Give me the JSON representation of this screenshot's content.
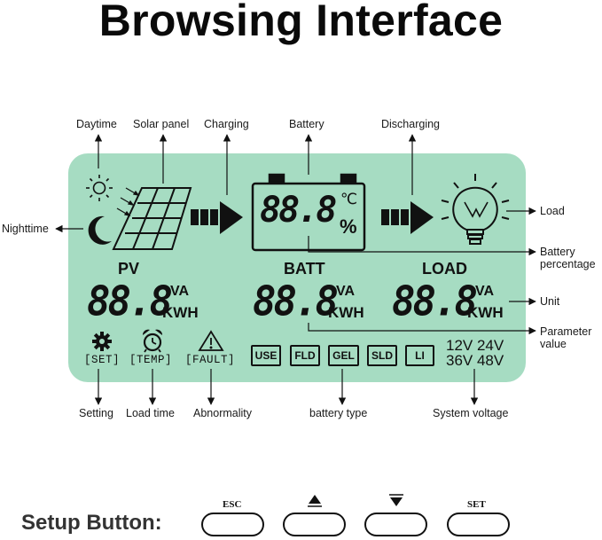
{
  "title": "Browsing Interface",
  "callouts": {
    "daytime": "Daytime",
    "solar_panel": "Solar panel",
    "charging": "Charging",
    "battery": "Battery",
    "discharging": "Discharging",
    "nighttime": "Nighttime",
    "load": "Load",
    "battery_percentage": "Battery\npercentage",
    "unit": "Unit",
    "parameter_value": "Parameter\nvalue",
    "setting": "Setting",
    "load_time": "Load time",
    "abnormality": "Abnormality",
    "battery_type": "battery type",
    "system_voltage": "System voltage"
  },
  "lcd": {
    "battery_readout": "88.8",
    "celsius": "℃",
    "percent": "%",
    "sections": {
      "pv": "PV",
      "batt": "BATT",
      "load": "LOAD"
    },
    "readouts": {
      "pv": "88.8",
      "batt": "88.8",
      "load": "88.8"
    },
    "unit_va": "VA",
    "unit_kwh": "KWH",
    "tags": {
      "set": "[SET]",
      "temp": "[TEMP]",
      "fault": "[FAULT]"
    },
    "battery_types": [
      "USE",
      "FLD",
      "GEL",
      "SLD",
      "LI"
    ],
    "voltages": {
      "row1": "12V 24V",
      "row2": "36V 48V"
    }
  },
  "setup": {
    "label": "Setup Button:",
    "buttons": [
      {
        "label": "ESC",
        "icon": "text"
      },
      {
        "label": "",
        "icon": "up-triangle-icon"
      },
      {
        "label": "",
        "icon": "down-triangle-icon"
      },
      {
        "label": "SET",
        "icon": "text"
      }
    ]
  },
  "colors": {
    "lcd_background": "#a6dcc2",
    "ink": "#111111"
  }
}
